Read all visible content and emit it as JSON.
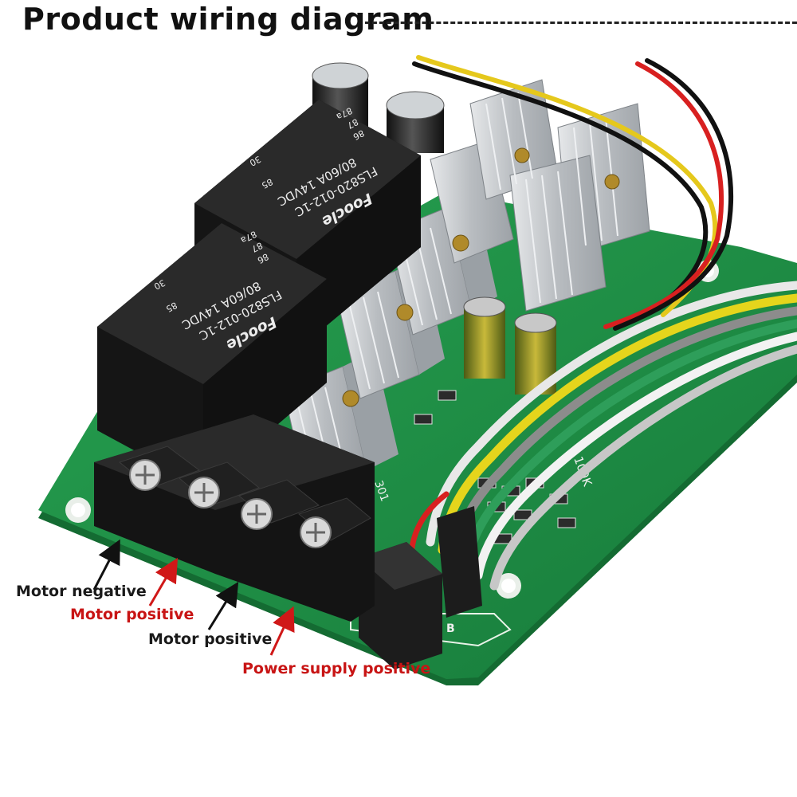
{
  "title": "Product wiring diagram",
  "relays": [
    {
      "brand": "Foocle",
      "model": "FLS820-012-1C",
      "rating": "80/60A 14VDC",
      "pins": [
        "86",
        "85",
        "87",
        "87a",
        "30"
      ]
    },
    {
      "brand": "Foocle",
      "model": "FLS820-012-1C",
      "rating": "80/60A 14VDC",
      "pins": [
        "86",
        "85",
        "87",
        "87a",
        "30"
      ]
    }
  ],
  "pcb_markings": {
    "pot": "100K",
    "silk_left": "301",
    "silk_b": "B"
  },
  "terminal_labels": [
    {
      "text": "Motor negative",
      "color": "#1a1a1a"
    },
    {
      "text": "Motor positive",
      "color": "#c81414"
    },
    {
      "text": "Motor positive",
      "color": "#1a1a1a"
    },
    {
      "text": "Power supply positive",
      "color": "#c81414"
    }
  ],
  "colors": {
    "pcb": "#1e8f45",
    "relay": "#1c1c1c",
    "terminal": "#1a1a1a",
    "heatsink": "#c9ccd0",
    "arrow_black": "#111111",
    "arrow_red": "#d01818"
  }
}
